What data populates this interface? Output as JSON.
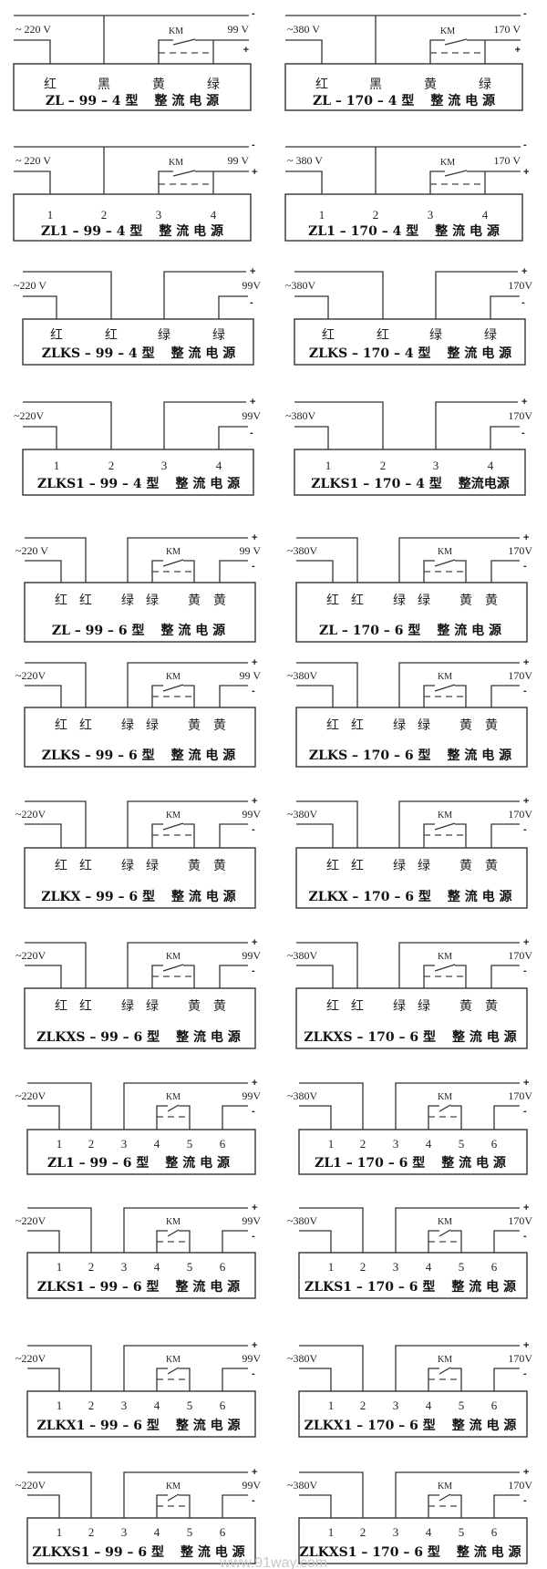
{
  "signs": {
    "plus": "+",
    "minus": "-"
  },
  "km_label": "KM",
  "watermark": "www.91way.com",
  "diagrams": [
    {
      "model": "ZL – 99 – 4 型",
      "name": "整 流 电 源",
      "input_v": "~ 220 V",
      "output_v": "99 V",
      "terminals": [
        "红",
        "黑",
        "黄",
        "绿"
      ]
    },
    {
      "model": "ZL – 170 – 4 型",
      "name": "整 流 电 源",
      "input_v": "~380 V",
      "output_v": "170 V",
      "terminals": [
        "红",
        "黑",
        "黄",
        "绿"
      ]
    },
    {
      "model": "ZL1 – 99 – 4 型",
      "name": "整 流 电 源",
      "input_v": "~ 220 V",
      "output_v": "99 V",
      "terminals": [
        "1",
        "2",
        "3",
        "4"
      ]
    },
    {
      "model": "ZL1 – 170 – 4 型",
      "name": "整 流 电 源",
      "input_v": "~ 380 V",
      "output_v": "170 V",
      "terminals": [
        "1",
        "2",
        "3",
        "4"
      ]
    },
    {
      "model": "ZLKS – 99 – 4 型",
      "name": "整 流 电 源",
      "input_v": "~220 V",
      "output_v": "99V",
      "terminals": [
        "红",
        "红",
        "绿",
        "绿"
      ]
    },
    {
      "model": "ZLKS – 170 – 4 型",
      "name": "整 流 电 源",
      "input_v": "~380V",
      "output_v": "170V",
      "terminals": [
        "红",
        "红",
        "绿",
        "绿"
      ]
    },
    {
      "model": "ZLKS1 – 99 – 4 型",
      "name": "整 流 电 源",
      "input_v": "~220V",
      "output_v": "99V",
      "terminals": [
        "1",
        "2",
        "3",
        "4"
      ]
    },
    {
      "model": "ZLKS1 – 170 – 4 型",
      "name": "整流电源",
      "input_v": "~380V",
      "output_v": "170V",
      "terminals": [
        "1",
        "2",
        "3",
        "4"
      ]
    },
    {
      "model": "ZL – 99 – 6 型",
      "name": "整 流 电 源",
      "input_v": "~220 V",
      "output_v": "99 V",
      "terminals": [
        "红",
        "红",
        "绿",
        "绿",
        "黄",
        "黄"
      ]
    },
    {
      "model": "ZL – 170 – 6 型",
      "name": "整 流 电 源",
      "input_v": "~380V",
      "output_v": "170V",
      "terminals": [
        "红",
        "红",
        "绿",
        "绿",
        "黄",
        "黄"
      ]
    },
    {
      "model": "ZLKS – 99 – 6 型",
      "name": "整 流 电 源",
      "input_v": "~220V",
      "output_v": "99 V",
      "terminals": [
        "红",
        "红",
        "绿",
        "绿",
        "黄",
        "黄"
      ]
    },
    {
      "model": "ZLKS – 170 – 6 型",
      "name": "整 流 电 源",
      "input_v": "~380V",
      "output_v": "170V",
      "terminals": [
        "红",
        "红",
        "绿",
        "绿",
        "黄",
        "黄"
      ]
    },
    {
      "model": "ZLKX – 99 – 6 型",
      "name": "整 流 电 源",
      "input_v": "~220V",
      "output_v": "99V",
      "terminals": [
        "红",
        "红",
        "绿",
        "绿",
        "黄",
        "黄"
      ]
    },
    {
      "model": "ZLKX – 170 – 6 型",
      "name": "整 流 电 源",
      "input_v": "~380V",
      "output_v": "170V",
      "terminals": [
        "红",
        "红",
        "绿",
        "绿",
        "黄",
        "黄"
      ]
    },
    {
      "model": "ZLKXS – 99 – 6 型",
      "name": "整 流 电 源",
      "input_v": "~220V",
      "output_v": "99V",
      "terminals": [
        "红",
        "红",
        "绿",
        "绿",
        "黄",
        "黄"
      ]
    },
    {
      "model": "ZLKXS – 170 – 6 型",
      "name": "整 流 电 源",
      "input_v": "~380V",
      "output_v": "170V",
      "terminals": [
        "红",
        "红",
        "绿",
        "绿",
        "黄",
        "黄"
      ]
    },
    {
      "model": "ZL1 – 99 – 6 型",
      "name": "整 流 电 源",
      "input_v": "~220V",
      "output_v": "99V",
      "terminals": [
        "1",
        "2",
        "3",
        "4",
        "5",
        "6"
      ]
    },
    {
      "model": "ZL1 – 170 – 6 型",
      "name": "整 流 电 源",
      "input_v": "~380V",
      "output_v": "170V",
      "terminals": [
        "1",
        "2",
        "3",
        "4",
        "5",
        "6"
      ]
    },
    {
      "model": "ZLKS1 – 99 – 6 型",
      "name": "整 流 电 源",
      "input_v": "~220V",
      "output_v": "99V",
      "terminals": [
        "1",
        "2",
        "3",
        "4",
        "5",
        "6"
      ]
    },
    {
      "model": "ZLKS1 – 170 – 6 型",
      "name": "整 流 电 源",
      "input_v": "~380V",
      "output_v": "170V",
      "terminals": [
        "1",
        "2",
        "3",
        "4",
        "5",
        "6"
      ]
    },
    {
      "model": "ZLKX1 – 99 – 6 型",
      "name": "整 流 电 源",
      "input_v": "~220V",
      "output_v": "99V",
      "terminals": [
        "1",
        "2",
        "3",
        "4",
        "5",
        "6"
      ]
    },
    {
      "model": "ZLKX1 – 170 – 6 型",
      "name": "整 流 电 源",
      "input_v": "~380V",
      "output_v": "170V",
      "terminals": [
        "1",
        "2",
        "3",
        "4",
        "5",
        "6"
      ]
    },
    {
      "model": "ZLKXS1 – 99 – 6 型",
      "name": "整 流 电 源",
      "input_v": "~220V",
      "output_v": "99V",
      "terminals": [
        "1",
        "2",
        "3",
        "4",
        "5",
        "6"
      ]
    },
    {
      "model": "ZLKXS1 – 170 – 6 型",
      "name": "整 流 电 源",
      "input_v": "~380V",
      "output_v": "170V",
      "terminals": [
        "1",
        "2",
        "3",
        "4",
        "5",
        "6"
      ]
    }
  ]
}
